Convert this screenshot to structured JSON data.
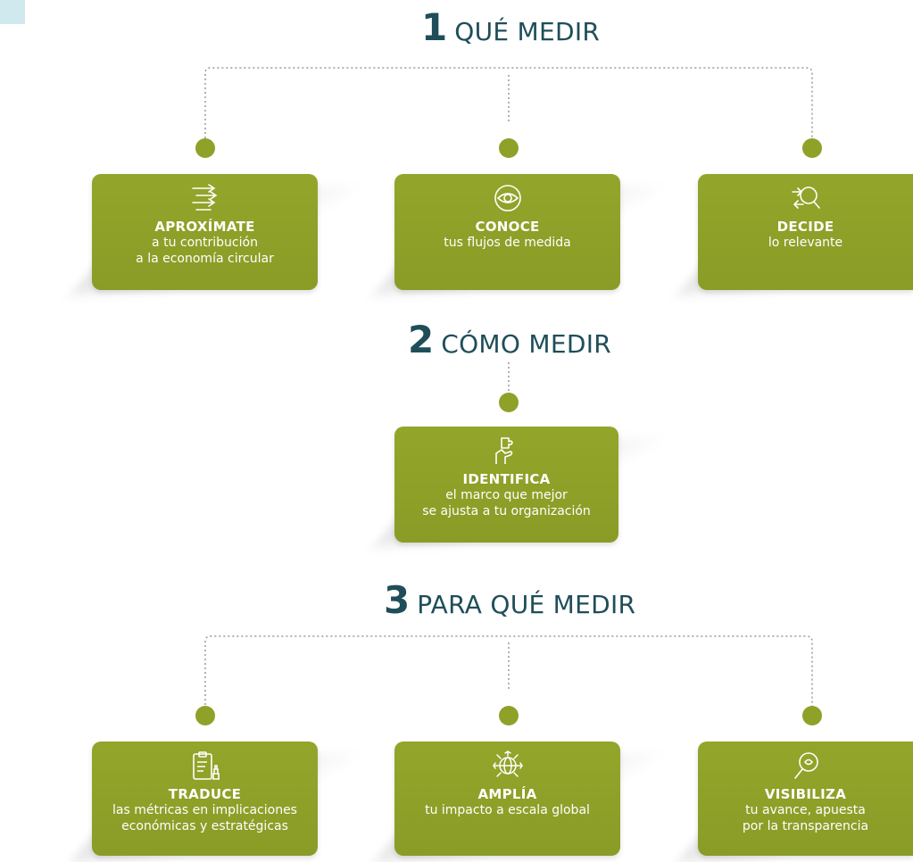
{
  "sections": {
    "s1": {
      "number": "1",
      "label": "QUÉ MEDIR"
    },
    "s2": {
      "number": "2",
      "label": "CÓMO MEDIR"
    },
    "s3": {
      "number": "3",
      "label": "PARA QUÉ MEDIR"
    }
  },
  "boxes": {
    "aproximate": {
      "title": "APROXÍMATE",
      "line1": "a tu contribución",
      "line2": "a la economía  circular",
      "icon": "arrows-icon"
    },
    "conoce": {
      "title": "CONOCE",
      "line1": "tus flujos de medida",
      "line2": "",
      "icon": "eye-cycle-icon"
    },
    "decide": {
      "title": "DECIDE",
      "line1": "lo relevante",
      "line2": "",
      "icon": "magnify-arrows-icon"
    },
    "identifica": {
      "title": "IDENTIFICA",
      "line1": "el marco que mejor",
      "line2": "se ajusta a tu organización",
      "icon": "hand-puzzle-icon"
    },
    "traduce": {
      "title": "TRADUCE",
      "line1": "las métricas en implicaciones",
      "line2": "económicas y estratégicas",
      "icon": "clipboard-chess-icon"
    },
    "amplia": {
      "title": "AMPLÍA",
      "line1": "tu impacto a escala global",
      "line2": "",
      "icon": "globe-arrows-icon"
    },
    "visibiliza": {
      "title": "VISIBILIZA",
      "line1": "tu avance, apuesta",
      "line2": "por la transparencia",
      "icon": "magnifier-icon"
    }
  },
  "colors": {
    "box": "#8fa128",
    "heading": "#1f4e5a",
    "connector": "#9a9a9a"
  }
}
